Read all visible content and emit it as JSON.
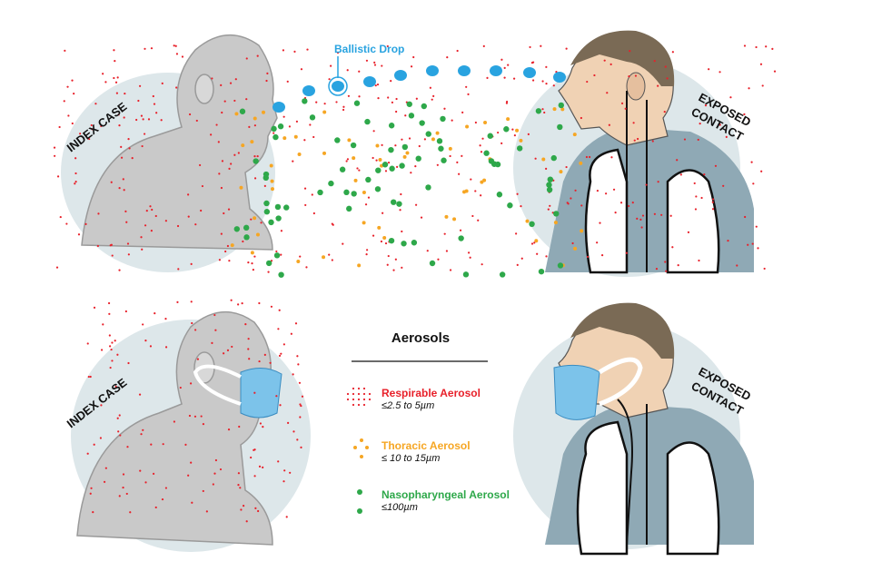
{
  "top": {
    "index_label": "INDEX CASE",
    "contact_label_line1": "EXPOSED",
    "contact_label_line2": "CONTACT",
    "ballistic_label": "Ballistic Drop"
  },
  "bottom": {
    "index_label": "INDEX CASE",
    "contact_label_line1": "EXPOSED",
    "contact_label_line2": "CONTACT"
  },
  "legend": {
    "title": "Aerosols",
    "items": [
      {
        "name": "Respirable Aerosol",
        "size": "≤2.5 to 5µm",
        "color": "#e8202a"
      },
      {
        "name": "Thoracic Aerosol",
        "size": "≤ 10 to 15µm",
        "color": "#f6a623"
      },
      {
        "name": "Nasopharyngeal Aerosol",
        "size": "≤100µm",
        "color": "#2ea84a"
      }
    ]
  },
  "colors": {
    "circle": "#dde7ea",
    "ballistic": "#29a3e0",
    "skin": "#f0d2b4",
    "shirt": "#8fa9b5",
    "mask": "#7cc3ea"
  }
}
